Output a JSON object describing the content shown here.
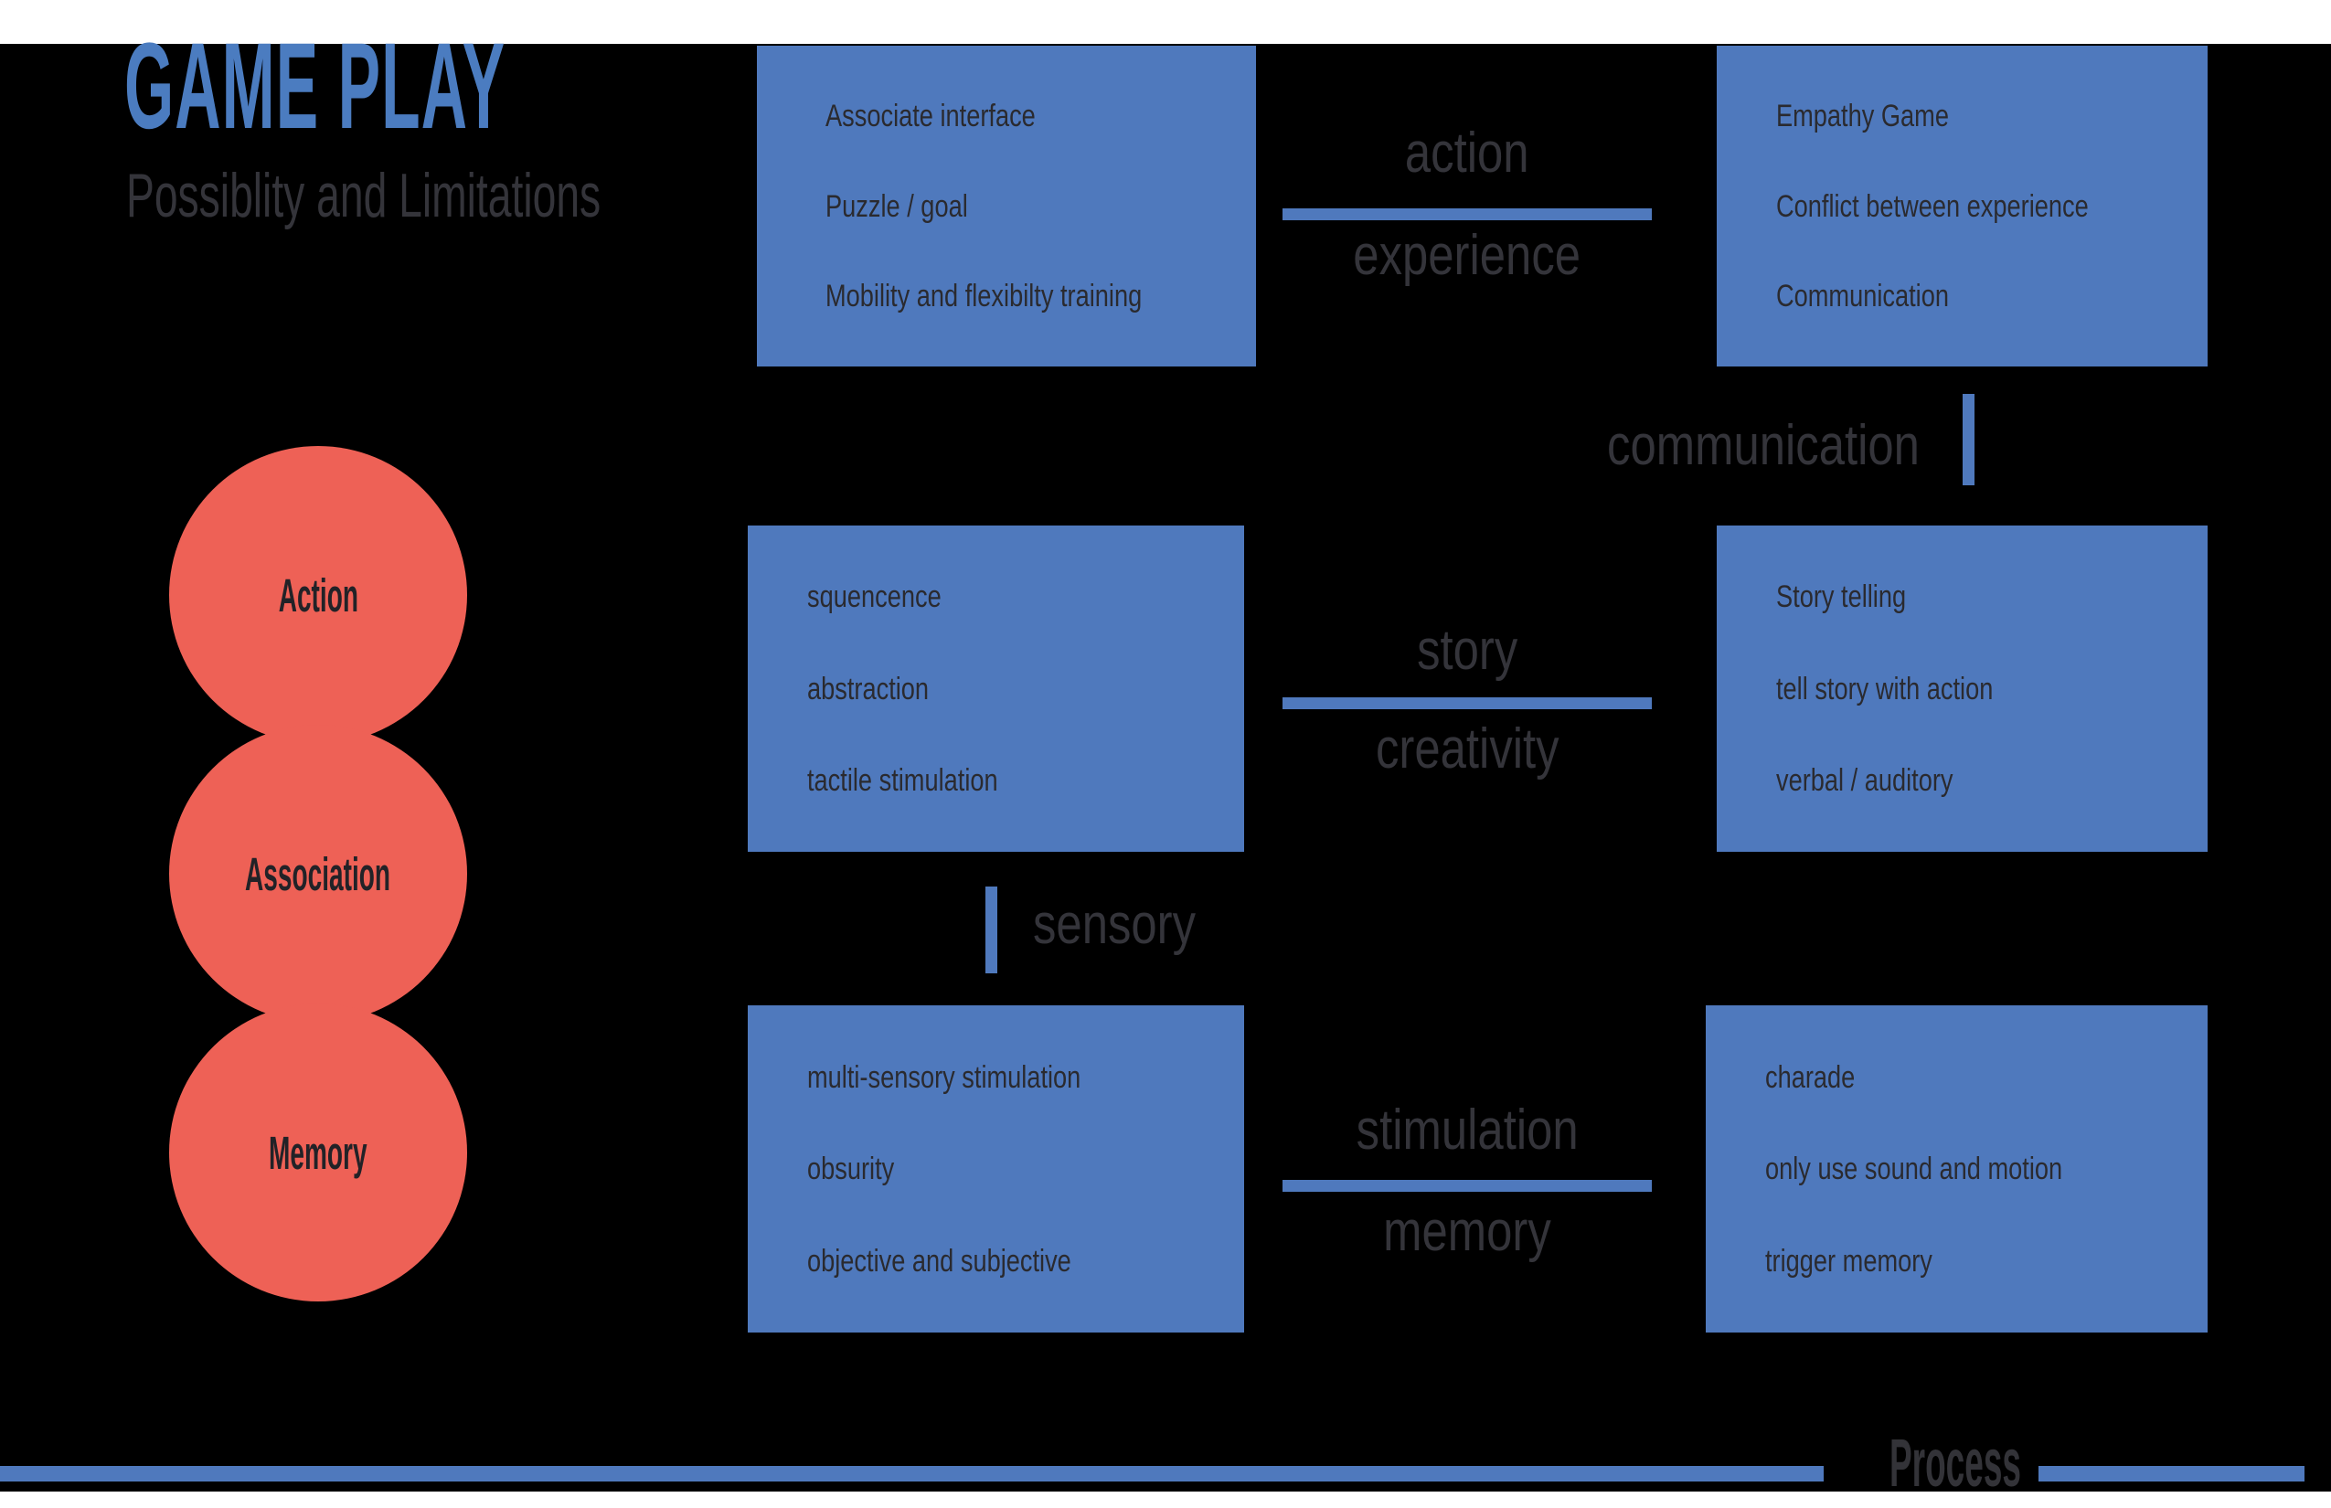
{
  "header": {
    "title": "GAME PLAY",
    "subtitle": "Possiblity and Limitations"
  },
  "circles": [
    {
      "label": "Action"
    },
    {
      "label": "Association"
    },
    {
      "label": "Memory"
    }
  ],
  "boxes": [
    {
      "id": "action-possibilities",
      "items": [
        "Associate interface",
        "Puzzle / goal",
        "Mobility and flexibilty training"
      ]
    },
    {
      "id": "action-limitations",
      "items": [
        "Empathy Game",
        "Conflict between experience",
        "Communication"
      ]
    },
    {
      "id": "association-possibilities",
      "items": [
        "squencence",
        "abstraction",
        "tactile stimulation"
      ]
    },
    {
      "id": "association-limitations",
      "items": [
        "Story telling",
        "tell story with action",
        "verbal / auditory"
      ]
    },
    {
      "id": "memory-possibilities",
      "items": [
        "multi-sensory stimulation",
        "obsurity",
        "objective and subjective"
      ]
    },
    {
      "id": "memory-limitations",
      "items": [
        "charade",
        "only use sound and motion",
        "trigger memory"
      ]
    }
  ],
  "connectors": [
    {
      "top": "action",
      "bottom": "experience"
    },
    {
      "top": "story",
      "bottom": "creativity"
    },
    {
      "top": "stimulation",
      "bottom": "memory"
    }
  ],
  "links": {
    "communication": "communication",
    "sensory": "sensory"
  },
  "footer": {
    "process": "Process"
  },
  "colors": {
    "background": "#000000",
    "strip_white": "#ffffff",
    "accent_blue": "#4f79bd",
    "title_blue": "#4b7cc0",
    "coral": "#ee6156",
    "dark_text": "#2a2a2f",
    "label_gray": "#34343a"
  }
}
